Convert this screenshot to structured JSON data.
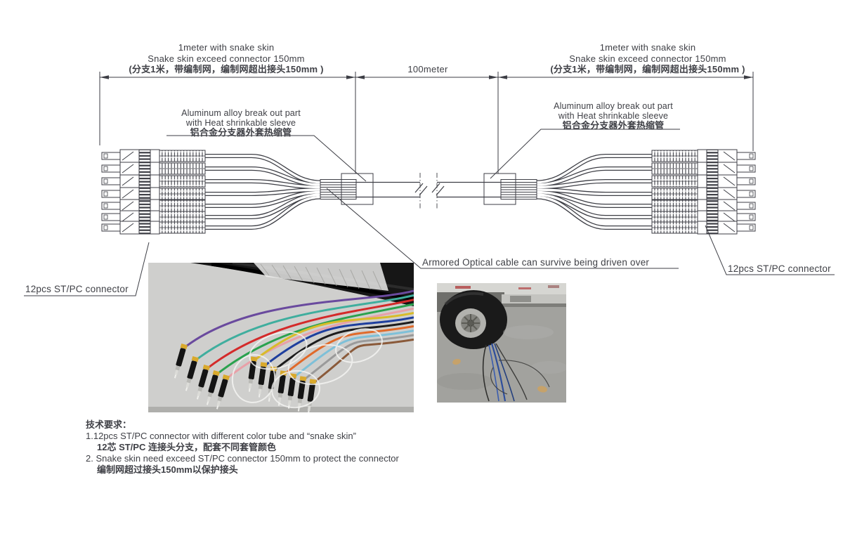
{
  "colors": {
    "line": "#3d3e45",
    "text": "#3f4046",
    "photo_bg_left": "#c9c9c7",
    "photo_ground_right": "#a2a29e"
  },
  "dimensions": {
    "left_branch": {
      "l1": "1meter with snake skin",
      "l2": "Snake skin exceed connector 150mm",
      "l3": "(分支1米，带编制网，编制网超出接头150mm )"
    },
    "right_branch": {
      "l1": "1meter with snake skin",
      "l2": "Snake skin exceed connector 150mm",
      "l3": "(分支1米，带编制网，编制网超出接头150mm )"
    },
    "center": "100meter"
  },
  "callouts": {
    "left_breakout": {
      "l1": "Aluminum alloy break out part",
      "l2": "with Heat shrinkable sleeve",
      "l3": "铝合金分支器外套热缩管"
    },
    "right_breakout": {
      "l1": "Aluminum alloy break out part",
      "l2": "with Heat shrinkable sleeve",
      "l3": "铝合金分支器外套热缩管"
    },
    "armored_note": "Armored Optical cable can survive being driven over",
    "left_connector": "12pcs ST/PC connector",
    "right_connector": "12pcs ST/PC connector"
  },
  "tech_requirements": {
    "heading": "技术要求：",
    "item1_en": "1.12pcs ST/PC connector with different color tube and “snake skin”",
    "item1_zh": "12芯 ST/PC 连接头分支，配套不同套管颜色",
    "item2_en": "2. Snake skin need exceed ST/PC connector 150mm to protect the connector",
    "item2_zh": "编制网超过接头150mm以保护接头"
  },
  "photos": {
    "left": {
      "wire_colors": [
        "#6a4a9e",
        "#3fae9e",
        "#d42a2a",
        "#2aa24e",
        "#e8a0a8",
        "#d8bc2a",
        "#1e3f9e",
        "#1c1c1c",
        "#e06a2a",
        "#7ec0d8",
        "#9a9a9a",
        "#8a5a3a"
      ]
    },
    "right": {
      "cable_blue": "#2e4e9c",
      "cable_black": "#2f2f2d",
      "debris": "#c6a26a"
    }
  }
}
